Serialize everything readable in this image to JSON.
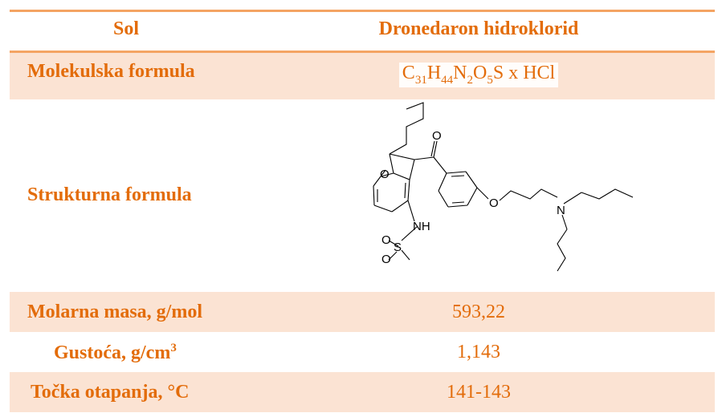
{
  "table": {
    "header": {
      "left": "Sol",
      "right": "Dronedaron hidroklorid"
    },
    "rows": {
      "molecular_formula": {
        "label": "Molekulska formula",
        "formula_parts": {
          "c": "C",
          "c_sub": "31",
          "h": "H",
          "h_sub": "44",
          "n": "N",
          "n_sub": "2",
          "o": "O",
          "o_sub": "5",
          "tail": "S x HCl"
        }
      },
      "structural_formula": {
        "label": "Strukturna formula",
        "atom_labels": {
          "o_carbonyl": "O",
          "o_ring": "O",
          "o_ether": "O",
          "n_amine": "N",
          "nh": "NH",
          "o_sulfonyl_1": "O",
          "s": "S",
          "o_sulfonyl_2": "O"
        }
      },
      "molar_mass": {
        "label": "Molarna masa, g/mol",
        "value": "593,22"
      },
      "density": {
        "label_main": "Gustoća, g/cm",
        "label_sup": "3",
        "value": "1,143"
      },
      "melting_point": {
        "label": "Točka otapanja, °C",
        "value": "141-143"
      }
    }
  },
  "colors": {
    "text": "#e36c0a",
    "shade": "#fbe3d3",
    "rule": "#f4a463"
  }
}
